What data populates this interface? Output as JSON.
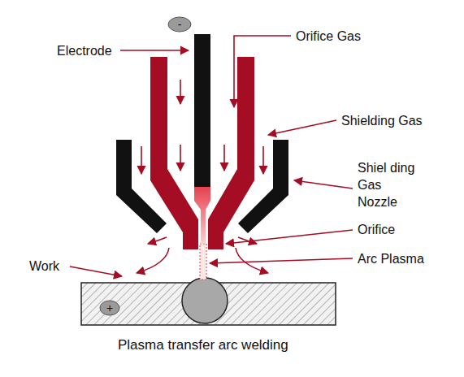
{
  "diagram": {
    "caption": "Plasma transfer arc welding",
    "nodes": [
      {
        "text": [
          "-"
        ]
      },
      {
        "text": [
          "+"
        ]
      }
    ],
    "labels": [
      "Electrode",
      "Orifice Gas",
      "Shielding Gas",
      "Shiel ding Gas Nozzle",
      "Orifice",
      "Arc Plasma",
      "Work"
    ]
  }
}
